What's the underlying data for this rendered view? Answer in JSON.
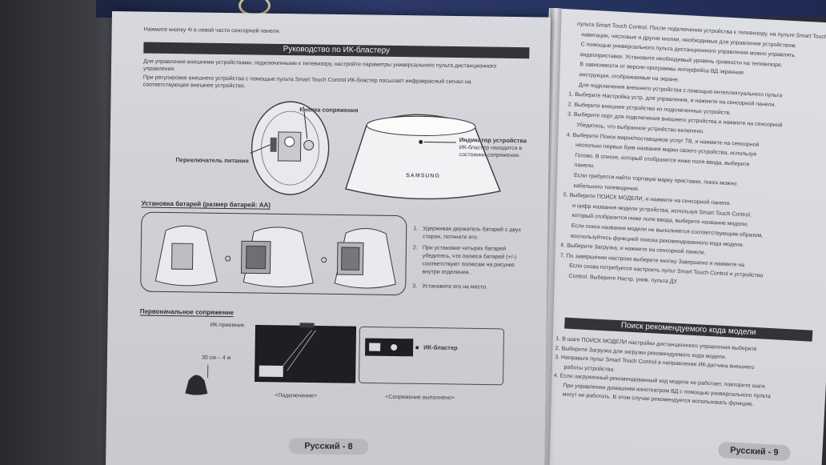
{
  "left_page": {
    "top_note": "Нажмите кнопку ⟲ в левой части сенсорной панели.",
    "section_title": "Руководство по ИК-бластеру",
    "intro_line1": "Для управления внешними устройствами, подключенными к телевизору, настройте параметры универсального пульта дистанционного",
    "intro_line2": "управления.",
    "intro_line3": "При регулировке внешнего устройства с помощью пульта Smart Touch Control ИК-бластер посылает инфракрасный сигнал на",
    "intro_line4": "соответствующее внешнее устройство.",
    "label_pair_button": "Кнопка сопряжения",
    "label_power_switch": "Переключатель питания",
    "label_indicator": "Индикатор устройства",
    "label_indicator_desc1": "ИК-бластер находится в",
    "label_indicator_desc2": "состоянии сопряжения.",
    "brand": "SAMSUNG",
    "battery_title": "Установка батарей (размер батарей: AA)",
    "battery_steps": [
      {
        "num": "1.",
        "l1": "Удерживая держатель батарей с двух",
        "l2": "сторон, потяните его.",
        "l3": "",
        "l4": ""
      },
      {
        "num": "2.",
        "l1": "При установке четырех батарей",
        "l2": "убедитесь, что полюса батарей (+/-)",
        "l3": "соответствуют полюсам на рисунке",
        "l4": "внутри отделения."
      },
      {
        "num": "3.",
        "l1": "Установите его на место.",
        "l2": "",
        "l3": "",
        "l4": ""
      }
    ],
    "pairing_title": "Первоначальное сопряжение",
    "label_ir_receiver": "ИК-приемник",
    "label_distance": "30 см – 4 м",
    "label_ir_blaster": "ИК-бластер",
    "caption_connect": "<Подключение>",
    "caption_done": "<Сопряжение выполнено>",
    "footer": "Русский - 8"
  },
  "right_page": {
    "lines": [
      "пульта Smart Touch Control. После подключения устройства к телевизору, на пульте Smart Touch",
      "навигации, числовые и другие кнопки, необходимые для управления устройством.",
      "С помощью универсального пульта дистанционного управления можно управлять",
      "видеоприставки. Установите необходимый уровень громкости на телевизоре.",
      "В зависимости от версии программы интерфейса ВД экранная",
      "инструкции, отображаемые на экране.",
      "Для подключения внешнего устройства с помощью интеллектуального пульта",
      "1. Выберите Настройка устр. для управления, и нажмите на сенсорной панели.",
      "2. Выберите внешнее устройство из подключенных устройств.",
      "3. Выберите порт для подключения внешнего устройства и нажмите на сенсорной",
      "Убедитесь, что выбранное устройство включено.",
      "4. Выберите Поиск марок/поставщиков услуг ТВ, и нажмите на сенсорной",
      "несколько первых букв названия марки своего устройства, используя",
      "Готово. В списке, который отобразится ниже поля ввода, выберите",
      "панели.",
      "Если требуется найти торговую марку приставки, поиск можно",
      "кабельного телевидения.",
      "5. Выберите ПОИСК МОДЕЛИ, и нажмите на сенсорной панели.",
      "и цифр названия модели устройства, используя Smart Touch Control.",
      "который отобразится ниже поля ввода, выберите название модели.",
      "Если поиск названия модели не выполняется соответствующим образом,",
      "воспользуйтесь функцией поиска рекомендованного кода модели.",
      "6. Выберите Загрузка, и нажмите на сенсорной панели.",
      "7. По завершении настроек выберите кнопку Завершено и нажмите на",
      "Если снова потребуется настроить пульт Smart Touch Control и устройство",
      "Control. Выберите Настр. унив. пульта ДУ."
    ],
    "section_title": "Поиск рекомендуемого кода модели",
    "lines2": [
      "1. В шаге ПОИСК МОДЕЛИ настройки дистанционного управления выберите",
      "2. Выберите Загрузка для загрузки рекомендуемого кода модели.",
      "3. Направьте пульт Smart Touch Control в направлении ИК-датчика внешнего",
      "работы устройства.",
      "4. Если загруженный рекомендованный код модели не работает, повторите шаги.",
      "При управлении домашним кинотеатром ВД с помощью универсального пульта",
      "могут не работать. В этом случае рекомендуется использовать функцию."
    ],
    "footer": "Русский - 9"
  }
}
